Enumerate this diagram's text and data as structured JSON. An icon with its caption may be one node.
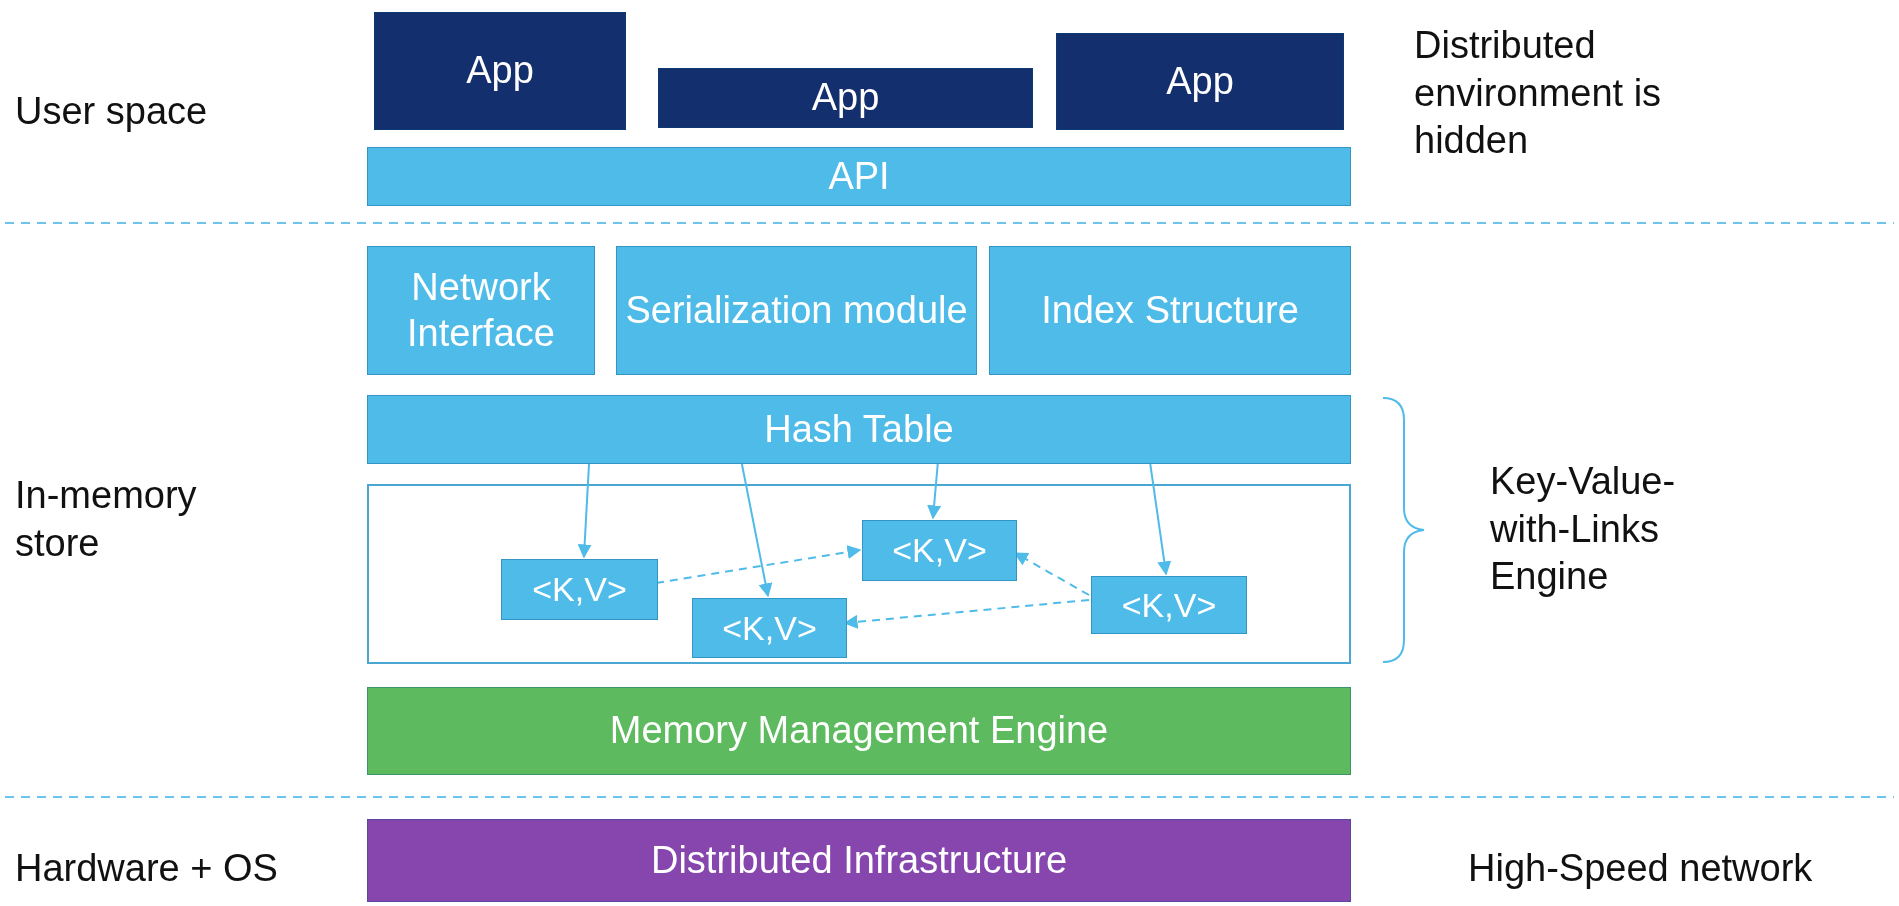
{
  "diagram": {
    "nodes": [
      {
        "text": [
          "App"
        ]
      },
      {
        "text": [
          "App"
        ]
      },
      {
        "text": [
          "App"
        ]
      },
      {
        "text": [
          "API"
        ]
      },
      {
        "text": [
          "Network Interface"
        ]
      },
      {
        "text": [
          "Serialization module"
        ]
      },
      {
        "text": [
          "Index Structure"
        ]
      },
      {
        "text": [
          "Hash Table"
        ]
      },
      {
        "text": [],
        "shape": "box"
      },
      {
        "text": [
          "<K,V>"
        ],
        "in": 8
      },
      {
        "text": [
          "<K,V>"
        ],
        "in": 8
      },
      {
        "text": [
          "<K,V>"
        ],
        "in": 8
      },
      {
        "text": [
          "<K,V>"
        ],
        "in": 8
      },
      {
        "text": [
          "Memory Management Engine"
        ]
      },
      {
        "text": [
          "Distributed Infrastructure"
        ]
      }
    ],
    "edges": [
      {
        "from": 7,
        "to": 9,
        "arrow": "to"
      },
      {
        "from": 7,
        "to": 10,
        "arrow": "to"
      },
      {
        "from": 7,
        "to": 11,
        "arrow": "to"
      },
      {
        "from": 7,
        "to": 12,
        "arrow": "to"
      },
      {
        "from": 9,
        "to": 11,
        "arrow": "to",
        "style": "dashed"
      },
      {
        "from": 12,
        "to": 10,
        "arrow": "to",
        "style": "dashed"
      },
      {
        "from": 12,
        "to": 11,
        "arrow": "to",
        "style": "dashed"
      }
    ],
    "labels": [
      "User space",
      "Distributed environment is hidden",
      "In-memory store",
      "Key-Value-with-Links Engine",
      "Hardware + OS",
      "High-Speed network"
    ]
  }
}
